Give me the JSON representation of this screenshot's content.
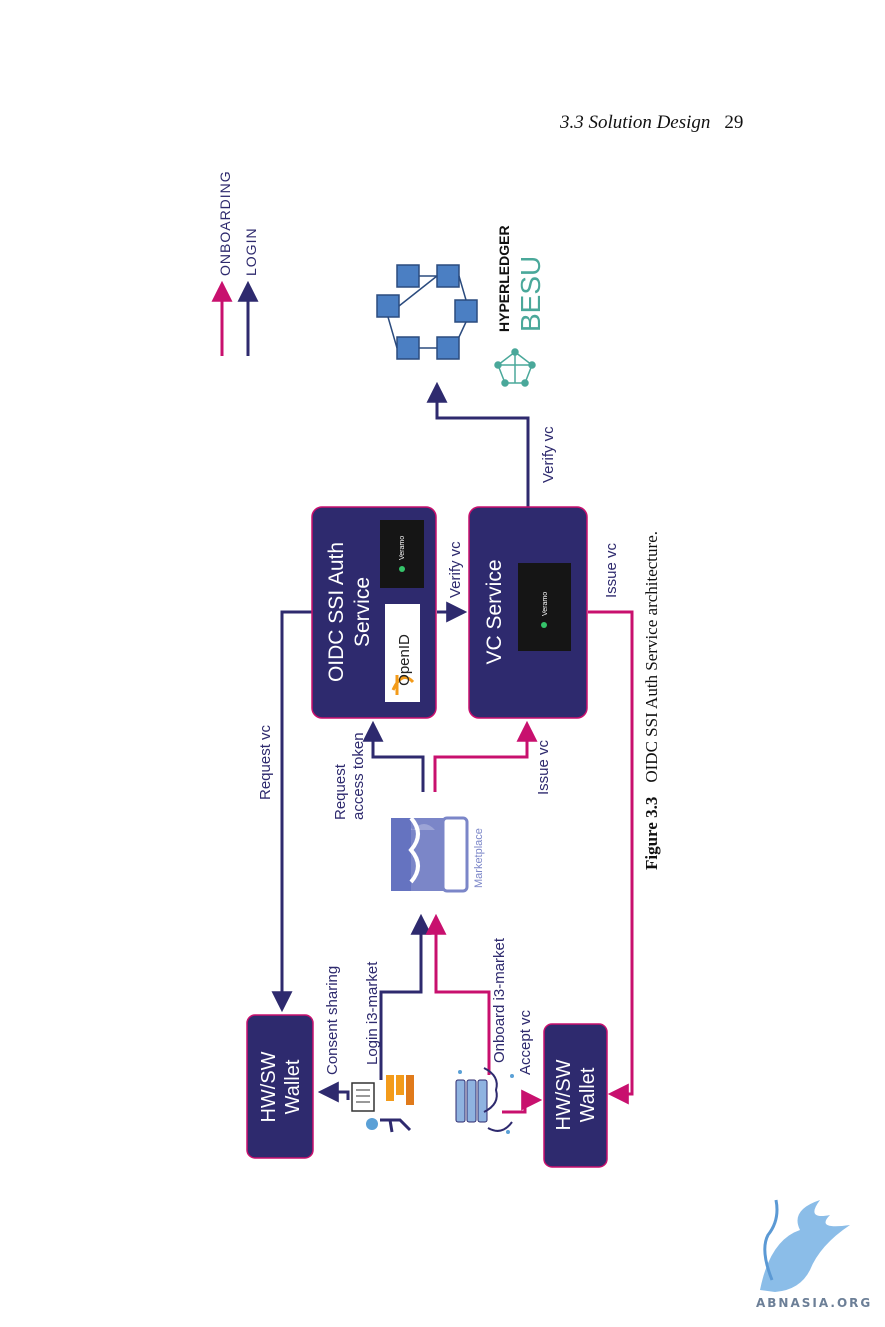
{
  "header": {
    "section": "3.3  Solution Design",
    "page_number": "29"
  },
  "legend": [
    {
      "label": "ONBOARDING",
      "color": "#c8106e"
    },
    {
      "label": "LOGIN",
      "color": "#2e2a6e"
    }
  ],
  "boxes": {
    "wallet_left": "HW/SW\nWallet",
    "wallet_right": "HW/SW\nWallet",
    "oidc": "OIDC SSI Auth\nService",
    "vc": "VC Service"
  },
  "logos": {
    "openid": "OpenID",
    "veramo_oidc": "Veramo",
    "veramo_vc": "Veramo",
    "marketplace": "Marketplace",
    "hyperledger": "HYPERLEDGER",
    "besu": "BESU"
  },
  "labels": {
    "request_vc": "Request vc",
    "request_token": "Request\naccess token",
    "consent_sharing": "Consent sharing",
    "login": "Login i3-market",
    "onboard": "Onboard i3-market",
    "accept_vc": "Accept vc",
    "issue_vc_bottom": "Issue vc",
    "verify_vc_mid": "Verify vc",
    "issue_vc_right": "Issue vc",
    "verify_vc_right": "Verify vc"
  },
  "caption": {
    "label": "Figure 3.3",
    "text": "OIDC SSI Auth Service architecture."
  },
  "watermark": "ABNASIA.ORG"
}
